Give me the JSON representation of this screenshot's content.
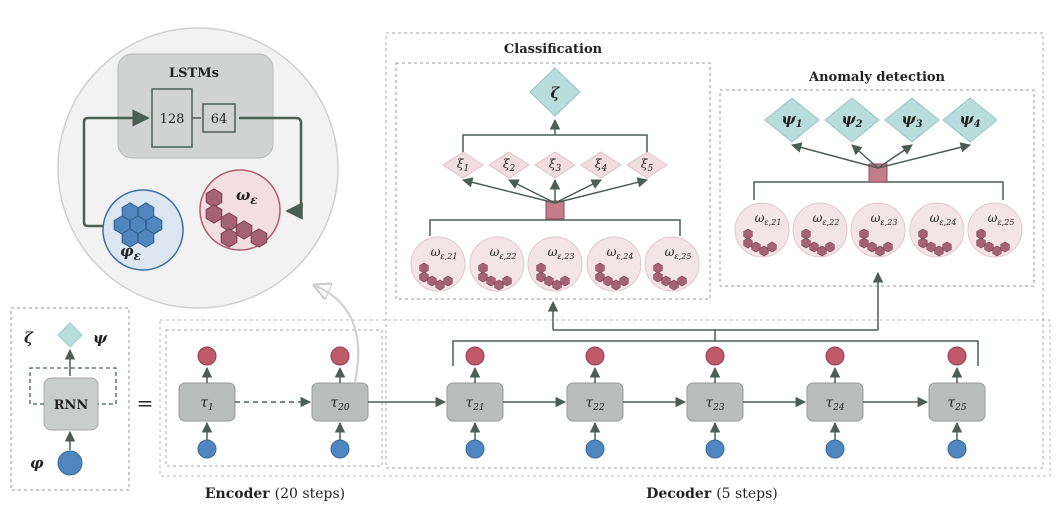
{
  "legend": {
    "zeta": "ζ",
    "psi": "ψ",
    "phi": "φ",
    "rnn": "RNN",
    "equals": "="
  },
  "lstm_panel": {
    "title": "LSTMs",
    "unit_a": "128",
    "unit_b": "64",
    "phi_label": "φ",
    "phi_sub": "ε",
    "omega_label": "ω",
    "omega_sub": "ε"
  },
  "encoder": {
    "caption_bold": "Encoder",
    "caption_rest": "(20 steps)",
    "steps": [
      {
        "label": "τ",
        "sub": "1"
      },
      {
        "label": "τ",
        "sub": "20"
      }
    ]
  },
  "decoder": {
    "caption_bold": "Decoder",
    "caption_rest": "(5 steps)",
    "steps": [
      {
        "label": "τ",
        "sub": "21"
      },
      {
        "label": "τ",
        "sub": "22"
      },
      {
        "label": "τ",
        "sub": "23"
      },
      {
        "label": "τ",
        "sub": "24"
      },
      {
        "label": "τ",
        "sub": "25"
      }
    ]
  },
  "classification": {
    "title": "Classification",
    "output": "ζ",
    "xi": [
      {
        "label": "ξ",
        "sub": "1"
      },
      {
        "label": "ξ",
        "sub": "2"
      },
      {
        "label": "ξ",
        "sub": "3"
      },
      {
        "label": "ξ",
        "sub": "4"
      },
      {
        "label": "ξ",
        "sub": "5"
      }
    ],
    "omegas": [
      {
        "label": "ω",
        "sub": "ε,21"
      },
      {
        "label": "ω",
        "sub": "ε,22"
      },
      {
        "label": "ω",
        "sub": "ε,23"
      },
      {
        "label": "ω",
        "sub": "ε,24"
      },
      {
        "label": "ω",
        "sub": "ε,25"
      }
    ]
  },
  "anomaly": {
    "title": "Anomaly detection",
    "psi": [
      {
        "label": "ψ",
        "sub": "1"
      },
      {
        "label": "ψ",
        "sub": "2"
      },
      {
        "label": "ψ",
        "sub": "3"
      },
      {
        "label": "ψ",
        "sub": "4"
      }
    ],
    "omegas": [
      {
        "label": "ω",
        "sub": "ε,21"
      },
      {
        "label": "ω",
        "sub": "ε,22"
      },
      {
        "label": "ω",
        "sub": "ε,23"
      },
      {
        "label": "ω",
        "sub": "ε,24"
      },
      {
        "label": "ω",
        "sub": "ε,25"
      }
    ]
  },
  "colors": {
    "step_fill": "#b9bdbb",
    "red_node": "#c05a6a",
    "blue_node": "#4f86bf",
    "diamond": "#b9dcdc",
    "pink_diamond": "#f0dde0",
    "hub": "#c47c8c",
    "hex": "#a56176",
    "line": "#4a5e54"
  }
}
